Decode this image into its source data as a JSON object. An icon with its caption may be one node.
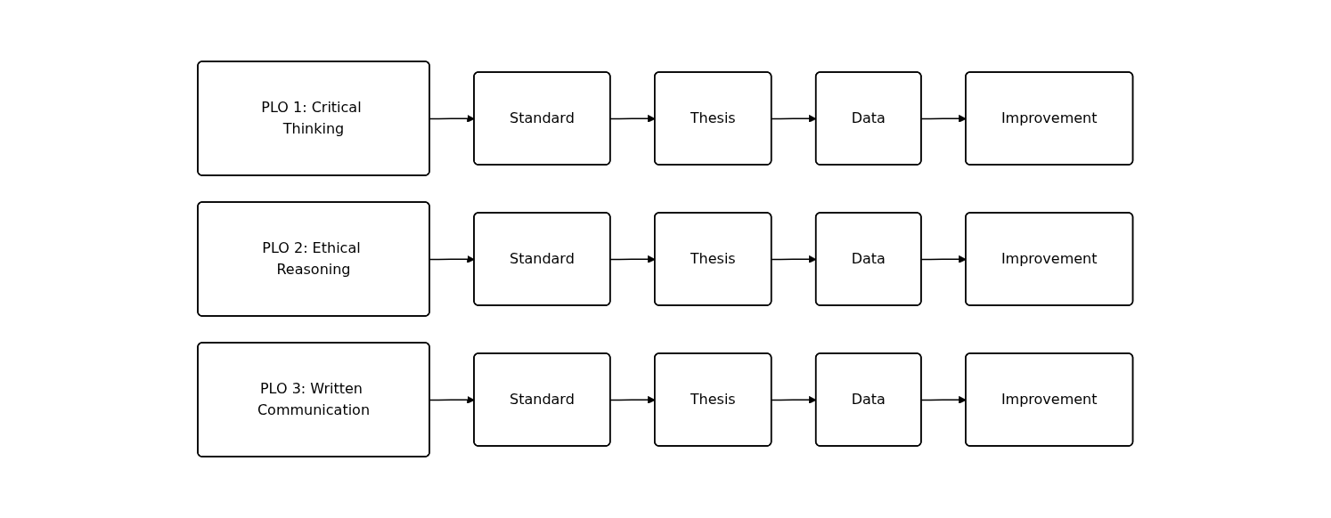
{
  "diagram": {
    "nodes": [
      {
        "text": [
          "PLO 1: Critical Thinking"
        ]
      },
      {
        "text": [
          "Standard"
        ]
      },
      {
        "text": [
          "Thesis"
        ]
      },
      {
        "text": [
          "Data"
        ]
      },
      {
        "text": [
          "Improvement"
        ]
      },
      {
        "text": [
          "PLO 2: Ethical Reasoning"
        ]
      },
      {
        "text": [
          "Standard"
        ]
      },
      {
        "text": [
          "Thesis"
        ]
      },
      {
        "text": [
          "Data"
        ]
      },
      {
        "text": [
          "Improvement"
        ]
      },
      {
        "text": [
          "PLO 3: Written Communication"
        ]
      },
      {
        "text": [
          "Standard"
        ]
      },
      {
        "text": [
          "Thesis"
        ]
      },
      {
        "text": [
          "Data"
        ]
      },
      {
        "text": [
          "Improvement"
        ]
      }
    ],
    "edges": [
      {
        "from": 0,
        "to": 1,
        "arrow": "to"
      },
      {
        "from": 1,
        "to": 2,
        "arrow": "to"
      },
      {
        "from": 2,
        "to": 3,
        "arrow": "to"
      },
      {
        "from": 3,
        "to": 4,
        "arrow": "to"
      },
      {
        "from": 5,
        "to": 6,
        "arrow": "to"
      },
      {
        "from": 6,
        "to": 7,
        "arrow": "to"
      },
      {
        "from": 7,
        "to": 8,
        "arrow": "to"
      },
      {
        "from": 8,
        "to": 9,
        "arrow": "to"
      },
      {
        "from": 10,
        "to": 11,
        "arrow": "to"
      },
      {
        "from": 11,
        "to": 12,
        "arrow": "to"
      },
      {
        "from": 12,
        "to": 13,
        "arrow": "to"
      },
      {
        "from": 13,
        "to": 14,
        "arrow": "to"
      }
    ]
  }
}
